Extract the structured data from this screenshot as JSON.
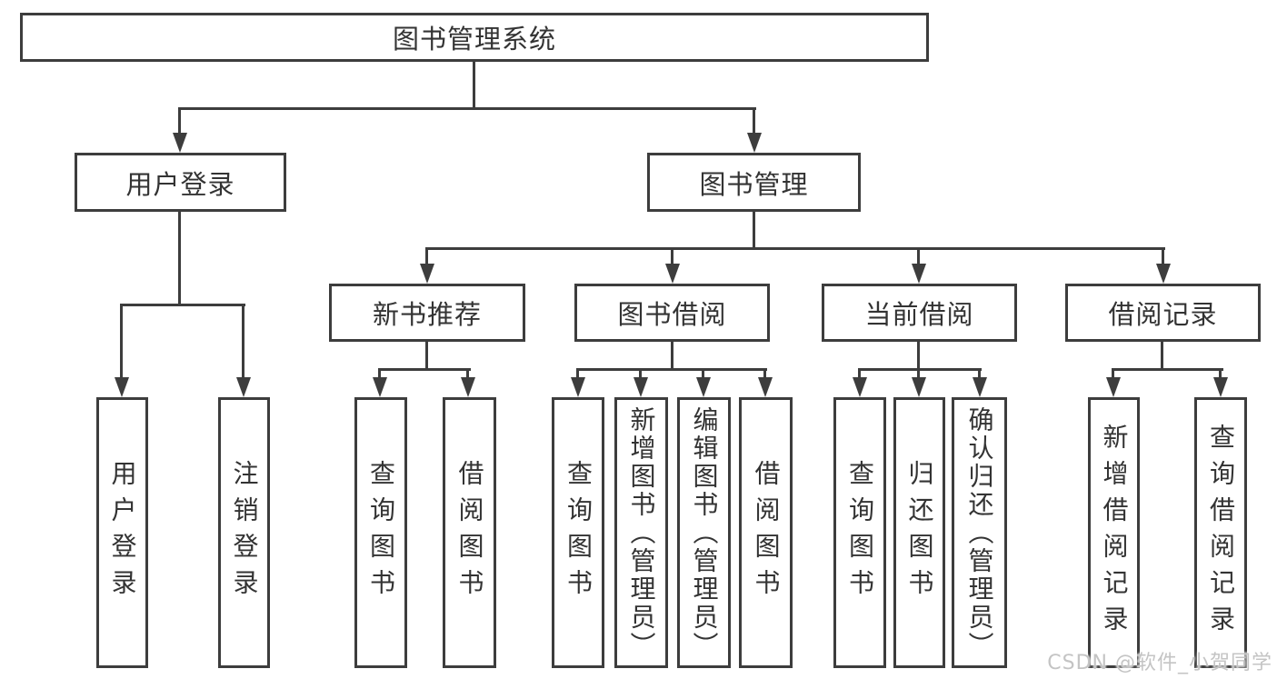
{
  "diagram": {
    "root": {
      "label": "图书管理系统"
    },
    "branches": [
      {
        "label": "用户登录",
        "children": [
          {
            "label": "用户登录"
          },
          {
            "label": "注销登录"
          }
        ]
      },
      {
        "label": "图书管理",
        "children": [
          {
            "label": "新书推荐",
            "children": [
              {
                "label": "查询图书"
              },
              {
                "label": "借阅图书"
              }
            ]
          },
          {
            "label": "图书借阅",
            "children": [
              {
                "label": "查询图书"
              },
              {
                "label": "新增图书（管理员）"
              },
              {
                "label": "编辑图书（管理员）"
              },
              {
                "label": "借阅图书"
              }
            ]
          },
          {
            "label": "当前借阅",
            "children": [
              {
                "label": "查询图书"
              },
              {
                "label": "归还图书"
              },
              {
                "label": "确认归还（管理员）"
              }
            ]
          },
          {
            "label": "借阅记录",
            "children": [
              {
                "label": "新增借阅记录"
              },
              {
                "label": "查询借阅记录"
              }
            ]
          }
        ]
      }
    ]
  },
  "watermark": {
    "text": "CSDN @软件_小贺同学",
    "color": "#c4c4c4"
  },
  "colors": {
    "line": "#3d3d3d",
    "text": "#333333",
    "background": "#ffffff"
  }
}
